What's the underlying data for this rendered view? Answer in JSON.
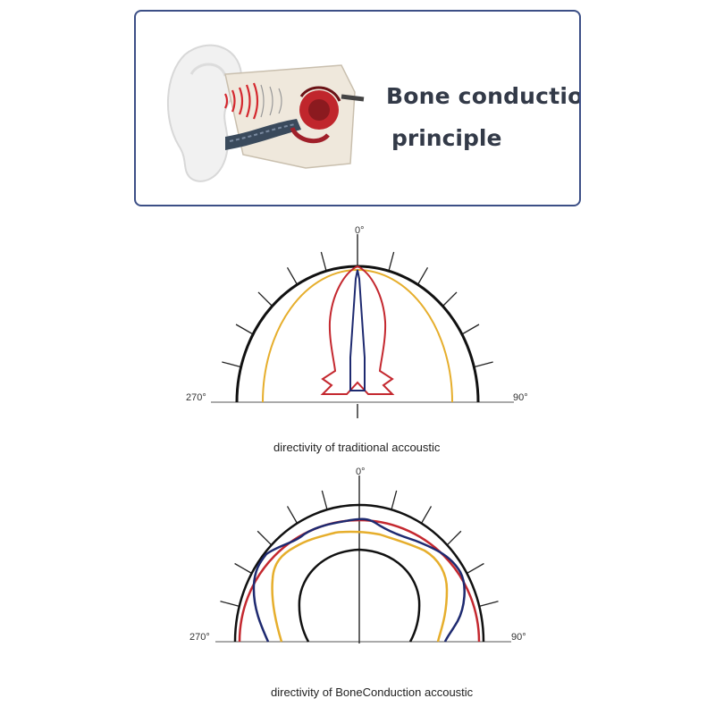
{
  "banner": {
    "title_line1": "Bone conduction",
    "title_line2": "principle"
  },
  "diagram_traditional": {
    "angle_top": "0°",
    "angle_left": "270°",
    "angle_right": "90°",
    "caption": "directivity of traditional accoustic"
  },
  "diagram_bone": {
    "angle_top": "0°",
    "angle_left": "270°",
    "angle_right": "90°",
    "caption": "directivity of BoneConduction accoustic"
  },
  "colors": {
    "frame": "#3c4f86",
    "outer": "#111111",
    "orange": "#e6ae2c",
    "red": "#c4282f",
    "navy": "#1e2a70"
  }
}
